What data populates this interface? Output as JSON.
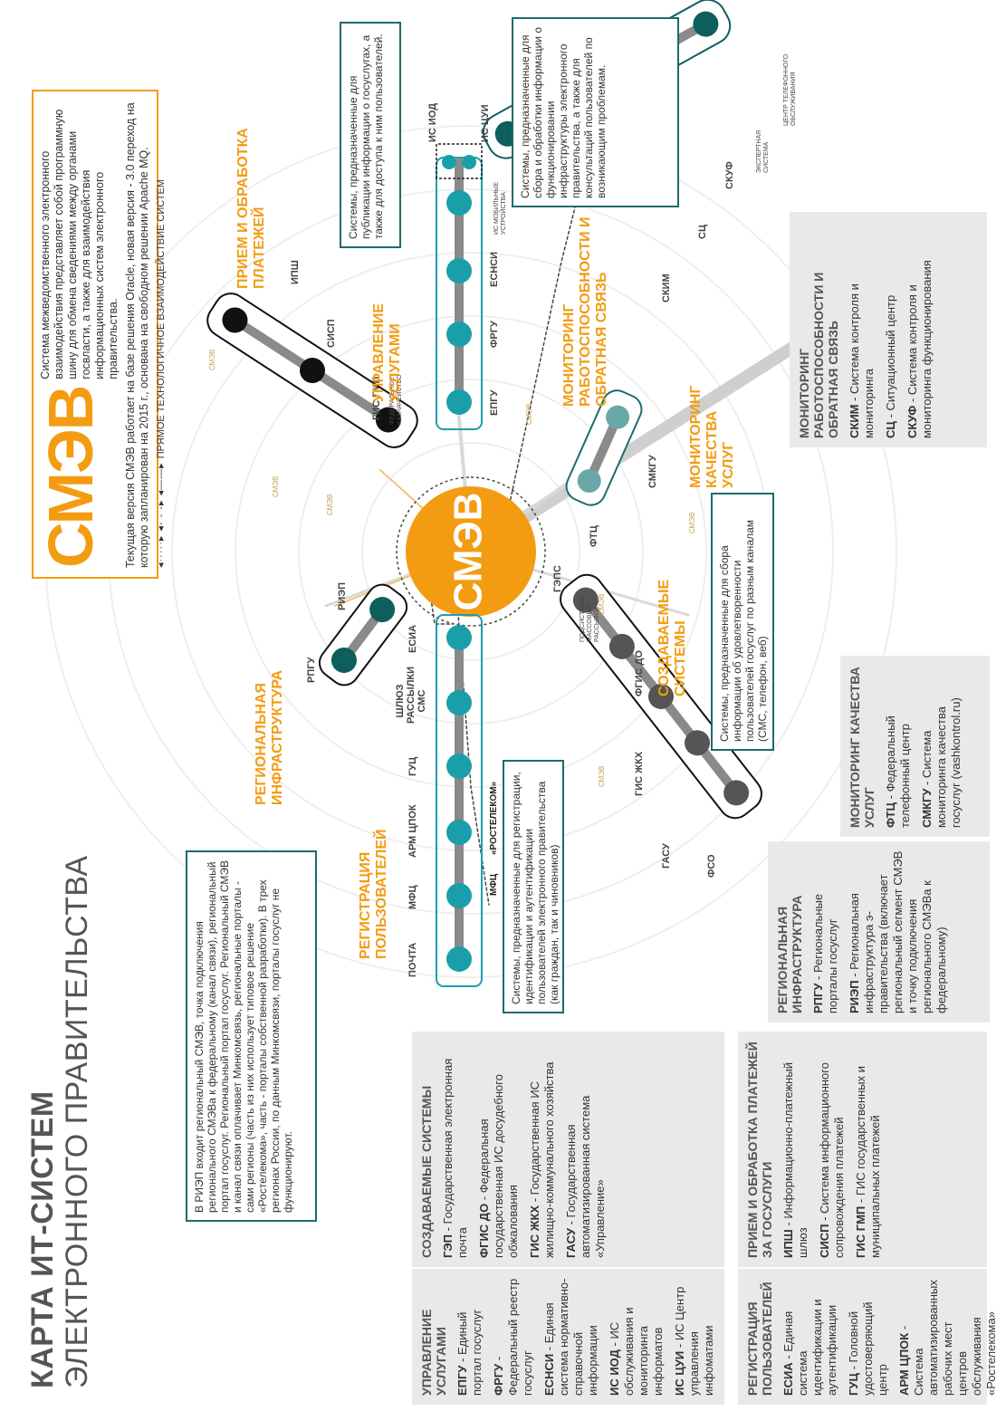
{
  "title": {
    "line1": "КАРТА ИТ-СИСТЕМ",
    "line2": "ЭЛЕКТРОННОГО ПРАВИТЕЛЬСТВА"
  },
  "center": {
    "label": "СМЭВ"
  },
  "smev_info": {
    "logo": "СМЭВ",
    "description": "Система межведомственного электронного взаимодействия представляет собой программную шину для обмена сведениями между органами госвласти, а также для взаимодействия информационных систем электронного правительства.",
    "current": "Текущая версия СМЭВ работает на базе решения Oracle, новая версия - 3.0 переход на которую запланирован на 2015 г., основана на свободном решении Apache MQ.",
    "legend": "ПРЯМОЕ ТЕХНОЛОГИЧНОЕ ВЗАИМОДЕЙСТВИЕ СИСТЕМ"
  },
  "categories": {
    "upravlenie": "УПРАВЛЕНИЕ УСЛУГАМИ",
    "priem": "ПРИЕМ И ОБРАБОТКА ПЛАТЕЖЕЙ",
    "monitoring_rab": "МОНИТОРИНГ РАБОТОСПОСОБНОСТИ И ОБРАТНАЯ СВЯЗЬ",
    "monitoring_kach": "МОНИТОРИНГ КАЧЕСТВА УСЛУГ",
    "sozdavaemye": "СОЗДАВАЕМЫЕ СИСТЕМЫ",
    "registracia": "РЕГИСТРАЦИЯ ПОЛЬЗОВАТЕЛЕЙ",
    "regionalnaya": "РЕГИОНАЛЬНАЯ ИНФРАСТРУКТУРА"
  },
  "stations": {
    "upravlenie": [
      "ЕПГУ",
      "ФРГУ",
      "ЕСНСИ",
      "ИС МОБИЛЬНЫЕ УСТРОЙСТВА",
      "ИС ИОД",
      "ИС ЦУИ"
    ],
    "priem": [
      "ГИС ГМП",
      "СИСП",
      "ИПШ"
    ],
    "priem_sub": "ФЕДЕРАЛЬНОЕ КАЗНАЧЕЙСТВО",
    "monitoring_rab": [
      "СКИМ",
      "СЦ",
      "СКУФ",
      "ЭКСПЕРТНАЯ СИСТЕМА",
      "ЦЕНТР ТЕЛЕФОННОГО ОБСЛУЖИВАНИЯ"
    ],
    "monitoring_kach": [
      "ФТЦ",
      "СМКГУ"
    ],
    "sozdavaemye": [
      "ГЭПС",
      "ПОДСИСТЕМА МАССОВЫХ РАССЫЛОК",
      "ФГИС ДО",
      "ГИС ЖКХ",
      "ГАСУ",
      "ФСО"
    ],
    "registracia": [
      "ЕСИА",
      "ШЛЮЗ РАССЫЛКИ СМС",
      "ГУЦ",
      "АРМ ЦПОК",
      "МФЦ",
      "ПОЧТА"
    ],
    "regionalnaya": [
      "РИЭП",
      "РПГУ"
    ],
    "registracia_logos": [
      "МФЦ",
      "«РОСТЕЛЕКОМ»"
    ]
  },
  "notes": {
    "iod": "Системы, предназначенные для публикации информации о госуслугах, а также для доступа к ним пользователей.",
    "monitoring": "Системы, предназначенные для сбора и обработки информации о функционировании инфраструктуры электронного правительства, а также для консультаций пользователей по возникающим проблемам.",
    "kachestvo": "Системы, предназначенные для сбора информации об удовлетворенности пользователей госуслуг по разным каналам (СМС, телефон, веб)",
    "registracia": "Системы, предназначенные для регистрации, идентификации и аутентификации пользователей электронного правительства (как граждан, так и чиновников)",
    "region": "В РИЭП входит региональный СМЭВ, точка подключения регионального СМЭВа к федеральному (канал связи), региональный портал госуслуг. Региональный портал госуслуг. Региональный СМЭВ и канал связи оплачивает Минкомсвязь, региональные порталы - сами регионы (часть из них использует типовое решение «Ростелекома», часть - порталы собственной разработки). В трех регионах России, по данным Минкомсвязи, порталы госуслуг не функционируют."
  },
  "smev_small": "СМЭВ",
  "legend_boxes": [
    {
      "title": "МОНИТОРИНГ РАБОТОСПОСОБНОСТИ И ОБРАТНАЯ СВЯЗЬ",
      "items": [
        [
          "СКИМ",
          " - Система контроля и мониторинга"
        ],
        [
          "СЦ",
          " - Ситуационный центр"
        ],
        [
          "СКУФ",
          " - Система контроля и мониторинга функционирования"
        ]
      ]
    },
    {
      "title": "МОНИТОРИНГ КАЧЕСТВА УСЛУГ",
      "items": [
        [
          "ФТЦ",
          " - Федеральный телефонный центр"
        ],
        [
          "СМКГУ",
          " - Система мониторинга качества госуслуг (vashkontrol.ru)"
        ]
      ]
    },
    {
      "title": "РЕГИОНАЛЬНАЯ ИНФРАСТРУКТУРА",
      "items": [
        [
          "РПГУ",
          " - Региональные порталы госуслуг"
        ],
        [
          "РИЭП",
          " - Региональная инфраструктура э-правительства (включает региональный сегмент СМЭВ и точку подключения регионального СМЭВа к федеральному)"
        ]
      ]
    },
    {
      "title": "СОЗДАВАЕМЫЕ СИСТЕМЫ",
      "items": [
        [
          "ГЭП",
          " - Государственная электронная почта"
        ],
        [
          "ФГИС ДО",
          " - Федеральная государственная ИС досудебного обжалования"
        ],
        [
          "ГИС ЖКХ",
          " - Государственная ИС жилищно-коммунального хозяйства"
        ],
        [
          "ГАСУ",
          " - Государственная автоматизированная система «Управление»"
        ]
      ]
    },
    {
      "title": "ПРИЕМ И ОБРАБОТКА ПЛАТЕЖЕЙ ЗА ГОСУСЛУГИ",
      "items": [
        [
          "ИПШ",
          " - Информационно-платежный шлюз"
        ],
        [
          "СИСП",
          " - Система информационного сопровождения платежей"
        ],
        [
          "ГИС ГМП",
          " - ГИС государственных и муниципальных платежей"
        ]
      ]
    },
    {
      "title": "УПРАВЛЕНИЕ УСЛУГАМИ",
      "items": [
        [
          "ЕПГУ",
          " - Единый портал госуслуг"
        ],
        [
          "ФРГУ",
          " - Федеральный реестр госуслуг"
        ],
        [
          "ЕСНСИ",
          " - Единая система нормативно-справочной информации"
        ],
        [
          "ИС ИОД",
          " - ИС обслуживания и мониторинга информатов"
        ],
        [
          "ИС ЦУИ",
          " - ИС Центр управления инфоматами"
        ]
      ]
    },
    {
      "title": "РЕГИСТРАЦИЯ ПОЛЬЗОВАТЕЛЕЙ",
      "items": [
        [
          "ЕСИА",
          " - Единая система идентификации и аутентификации"
        ],
        [
          "ГУЦ",
          " - Головной удостоверяющий центр"
        ],
        [
          "АРМ ЦПОК",
          " - Система автоматизированных рабочих мест центров обслуживания «Ростелекома»"
        ]
      ]
    }
  ],
  "colors": {
    "orange": "#f39c12",
    "teal": "#1a9faa",
    "darkteal": "#0f5e5e",
    "midteal": "#5a9e9e",
    "gray": "#555555",
    "black": "#111111"
  }
}
